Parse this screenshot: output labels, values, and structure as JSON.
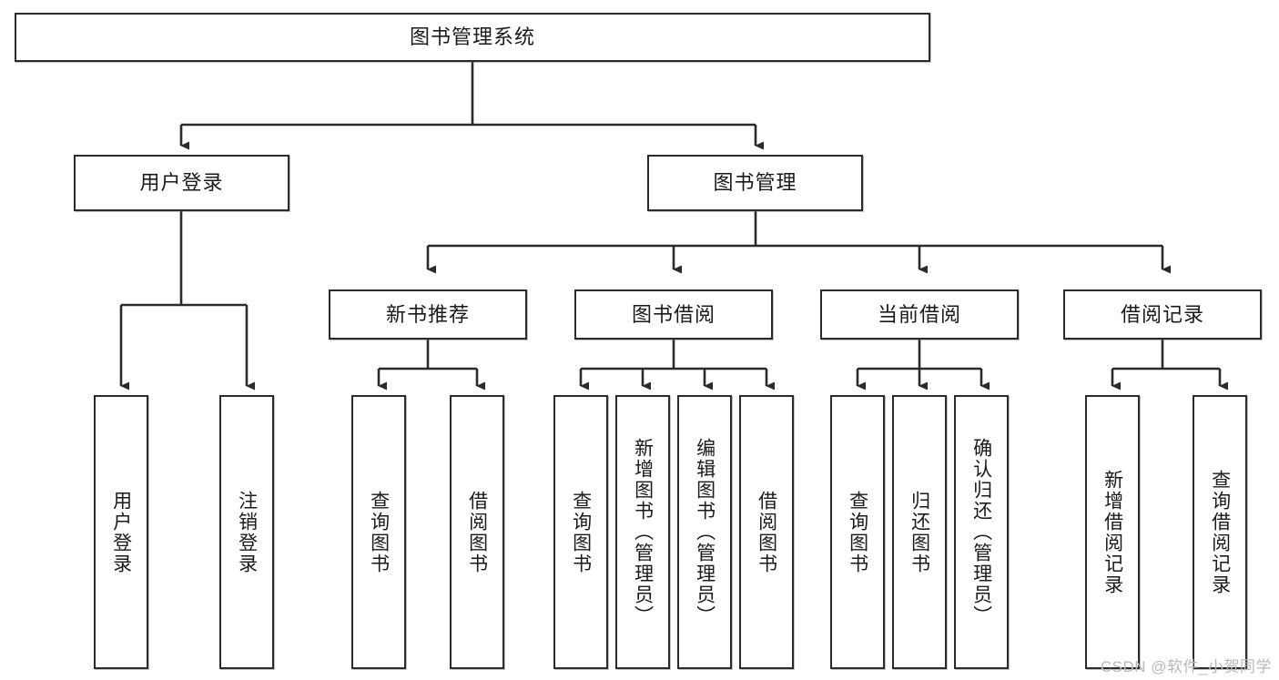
{
  "diagram": {
    "title": "图书管理系统",
    "type": "tree-hierarchy-diagram",
    "watermark": "CSDN @软件_小贺同学",
    "colors": {
      "box_border": "#2b2b2b",
      "box_fill": "#ffffff",
      "edge": "#2b2b2b",
      "text": "#1a1a1a",
      "watermark": "#b9b9b9"
    },
    "nodes": {
      "root": {
        "label": "图书管理系统"
      },
      "level2": [
        {
          "label": "用户登录"
        },
        {
          "label": "图书管理"
        }
      ],
      "level3": [
        {
          "label": "新书推荐"
        },
        {
          "label": "图书借阅"
        },
        {
          "label": "当前借阅"
        },
        {
          "label": "借阅记录"
        }
      ],
      "leaves": [
        {
          "label": "用户登录"
        },
        {
          "label": "注销登录"
        },
        {
          "label": "查询图书"
        },
        {
          "label": "借阅图书"
        },
        {
          "label": "查询图书"
        },
        {
          "label": "新增图书（管理员）"
        },
        {
          "label": "编辑图书（管理员）"
        },
        {
          "label": "借阅图书"
        },
        {
          "label": "查询图书"
        },
        {
          "label": "归还图书"
        },
        {
          "label": "确认归还（管理员）"
        },
        {
          "label": "新增借阅记录"
        },
        {
          "label": "查询借阅记录"
        }
      ]
    }
  }
}
